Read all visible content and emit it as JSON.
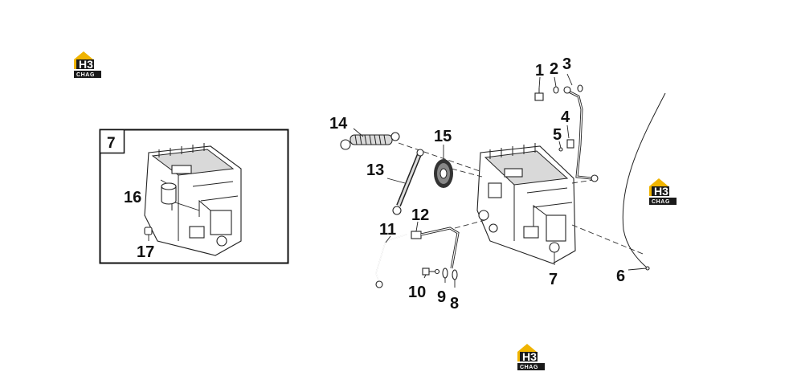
{
  "inset": {
    "label": "7"
  },
  "callouts": [
    {
      "id": "c1",
      "text": "1"
    },
    {
      "id": "c2",
      "text": "2"
    },
    {
      "id": "c3",
      "text": "3"
    },
    {
      "id": "c4",
      "text": "4"
    },
    {
      "id": "c5",
      "text": "5"
    },
    {
      "id": "c6",
      "text": "6"
    },
    {
      "id": "c7",
      "text": "7"
    },
    {
      "id": "c8",
      "text": "8"
    },
    {
      "id": "c9",
      "text": "9"
    },
    {
      "id": "c10",
      "text": "10"
    },
    {
      "id": "c11",
      "text": "11"
    },
    {
      "id": "c12",
      "text": "12"
    },
    {
      "id": "c13",
      "text": "13"
    },
    {
      "id": "c14",
      "text": "14"
    },
    {
      "id": "c15",
      "text": "15"
    },
    {
      "id": "c16",
      "text": "16"
    },
    {
      "id": "c17",
      "text": "17"
    }
  ],
  "logo": {
    "mark": "H3",
    "text": "CHAG",
    "color_yellow": "#f0b400",
    "color_black": "#1a1a1a"
  }
}
